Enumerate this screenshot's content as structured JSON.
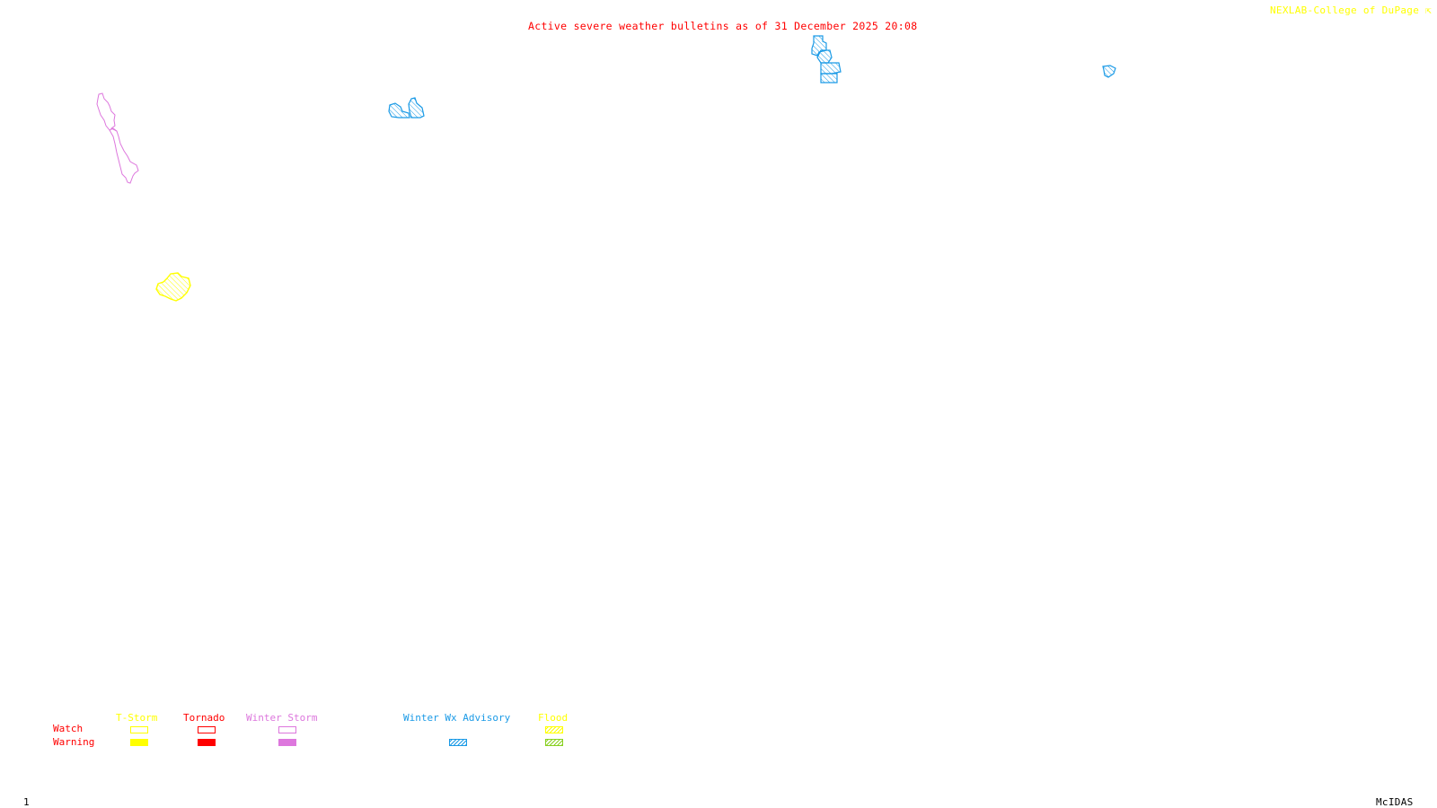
{
  "header": {
    "title": "Active severe weather bulletins as of 31 December 2025 20:08",
    "credit": "NEXLAB-College of DuPage",
    "credit_icon": "corner-arrow-icon"
  },
  "footer": {
    "frame_number": "1",
    "software": "McIDAS"
  },
  "colors": {
    "title": "#ff0000",
    "credit": "#ffff00",
    "tstorm": "#ffff00",
    "tornado": "#ff0000",
    "winter_storm": "#dd77dd",
    "winter_wx_advisory": "#1a9ae6",
    "flood_watch": "#ffff00",
    "flood_warning": "#88d020"
  },
  "legend": {
    "row_labels": {
      "watch": "Watch",
      "warning": "Warning"
    },
    "columns": [
      {
        "key": "tstorm",
        "label": "T-Storm",
        "watch": "outline",
        "warning": "solid"
      },
      {
        "key": "tornado",
        "label": "Tornado",
        "watch": "outline",
        "warning": "solid"
      },
      {
        "key": "winter_storm",
        "label": "Winter Storm",
        "watch": "outline",
        "warning": "solid"
      },
      {
        "key": "winter_wx_advisory",
        "label": "Winter Wx Advisory",
        "watch": "none",
        "warning": "hatched"
      },
      {
        "key": "flood",
        "label": "Flood",
        "watch": "hatched",
        "warning": "hatched"
      }
    ]
  },
  "bulletins": [
    {
      "type": "Winter Storm Warning",
      "style": "outline",
      "region": "west-coast-sierra"
    },
    {
      "type": "Winter Wx Advisory",
      "style": "hatched",
      "region": "northern-rockies"
    },
    {
      "type": "Winter Wx Advisory",
      "style": "hatched",
      "region": "upper-midwest"
    },
    {
      "type": "Winter Wx Advisory",
      "style": "hatched",
      "region": "northeast"
    },
    {
      "type": "Flood Watch",
      "style": "hatched",
      "region": "southwest"
    }
  ]
}
